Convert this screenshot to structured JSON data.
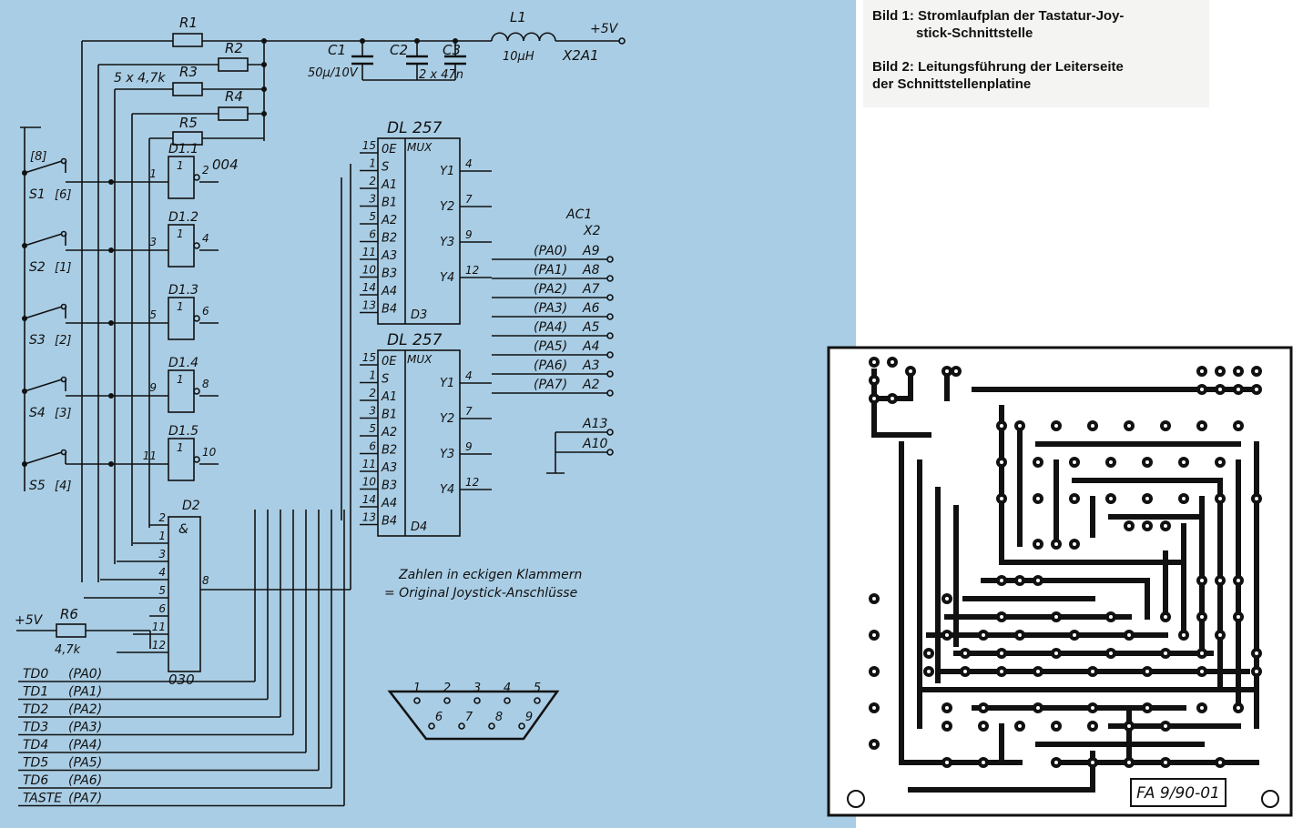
{
  "captions": {
    "bild1_line1": "Bild 1: Stromlaufplan der Tastatur-Joy-",
    "bild1_line2": "stick-Schnittstelle",
    "bild2_line1": "Bild 2: Leitungsführung der Leiterseite",
    "bild2_line2": "der Schnittstellenplatine"
  },
  "schematic": {
    "resistors": {
      "r1": "R1",
      "r2": "R2",
      "r3": "R3",
      "r4": "R4",
      "r5": "R5",
      "r6": "R6",
      "array_value": "5 x 4,7k",
      "r6_value": "4,7k"
    },
    "capacitors": {
      "c1": "C1",
      "c1_value": "50µ/10V",
      "c2": "C2",
      "c3": "C3",
      "c23_value": "2 x 47n"
    },
    "inductor": {
      "label": "L1",
      "value": "10µH"
    },
    "supply": {
      "vcc_top": "+5V",
      "connector_top": "X2A1",
      "vcc_left": "+5V"
    },
    "switches": [
      {
        "name": "S1",
        "pin": "[6]"
      },
      {
        "name": "S2",
        "pin": "[1]"
      },
      {
        "name": "S3",
        "pin": "[2]"
      },
      {
        "name": "S4",
        "pin": "[3]"
      },
      {
        "name": "S5",
        "pin": "[4]"
      }
    ],
    "switch_top_pin": "[8]",
    "inverters": {
      "chip": "004",
      "gates": [
        {
          "name": "D1.1",
          "in": "1",
          "out": "2"
        },
        {
          "name": "D1.2",
          "in": "3",
          "out": "4"
        },
        {
          "name": "D1.3",
          "in": "5",
          "out": "6"
        },
        {
          "name": "D1.4",
          "in": "9",
          "out": "8"
        },
        {
          "name": "D1.5",
          "in": "11",
          "out": "10"
        }
      ],
      "symbol": "1"
    },
    "nand": {
      "name": "D2",
      "chip": "030",
      "symbol": "&",
      "inputs": [
        "2",
        "1",
        "3",
        "4",
        "5",
        "6",
        "11",
        "12"
      ],
      "output": "8"
    },
    "mux_chips": [
      {
        "type": "DL 257",
        "ref": "D3",
        "func": "MUX",
        "inputs": [
          [
            "15",
            "0E"
          ],
          [
            "1",
            "S"
          ],
          [
            "2",
            "A1"
          ],
          [
            "3",
            "B1"
          ],
          [
            "5",
            "A2"
          ],
          [
            "6",
            "B2"
          ],
          [
            "11",
            "A3"
          ],
          [
            "10",
            "B3"
          ],
          [
            "14",
            "A4"
          ],
          [
            "13",
            "B4"
          ]
        ],
        "outputs": [
          [
            "4",
            "Y1"
          ],
          [
            "7",
            "Y2"
          ],
          [
            "9",
            "Y3"
          ],
          [
            "12",
            "Y4"
          ]
        ]
      },
      {
        "type": "DL 257",
        "ref": "D4",
        "func": "MUX",
        "inputs": [
          [
            "15",
            "0E"
          ],
          [
            "1",
            "S"
          ],
          [
            "2",
            "A1"
          ],
          [
            "3",
            "B1"
          ],
          [
            "5",
            "A2"
          ],
          [
            "6",
            "B2"
          ],
          [
            "11",
            "A3"
          ],
          [
            "10",
            "B3"
          ],
          [
            "14",
            "A4"
          ],
          [
            "13",
            "B4"
          ]
        ],
        "outputs": [
          [
            "4",
            "Y1"
          ],
          [
            "7",
            "Y2"
          ],
          [
            "9",
            "Y3"
          ],
          [
            "12",
            "Y4"
          ]
        ]
      }
    ],
    "output_connector": {
      "label1": "AC1",
      "label2": "X2",
      "pins": [
        {
          "signal": "(PA0)",
          "pin": "A9"
        },
        {
          "signal": "(PA1)",
          "pin": "A8"
        },
        {
          "signal": "(PA2)",
          "pin": "A7"
        },
        {
          "signal": "(PA3)",
          "pin": "A6"
        },
        {
          "signal": "(PA4)",
          "pin": "A5"
        },
        {
          "signal": "(PA5)",
          "pin": "A4"
        },
        {
          "signal": "(PA6)",
          "pin": "A3"
        },
        {
          "signal": "(PA7)",
          "pin": "A2"
        }
      ],
      "ground_pins": [
        "A13",
        "A10"
      ]
    },
    "td_lines": [
      {
        "name": "TD0",
        "signal": "(PA0)"
      },
      {
        "name": "TD1",
        "signal": "(PA1)"
      },
      {
        "name": "TD2",
        "signal": "(PA2)"
      },
      {
        "name": "TD3",
        "signal": "(PA3)"
      },
      {
        "name": "TD4",
        "signal": "(PA4)"
      },
      {
        "name": "TD5",
        "signal": "(PA5)"
      },
      {
        "name": "TD6",
        "signal": "(PA6)"
      },
      {
        "name": "TASTE",
        "signal": "(PA7)"
      }
    ],
    "note_line1": "Zahlen in eckigen Klammern",
    "note_line2": "= Original Joystick-Anschlüsse",
    "dsub_pins_top": [
      "1",
      "2",
      "3",
      "4",
      "5"
    ],
    "dsub_pins_bottom": [
      "6",
      "7",
      "8",
      "9"
    ]
  },
  "pcb": {
    "label": "FA 9/90-01"
  },
  "colors": {
    "schematic_bg": "#a9cde4",
    "ink": "#111111",
    "pcb_bg": "#ffffff",
    "caption_bg": "#f4f4f2"
  }
}
